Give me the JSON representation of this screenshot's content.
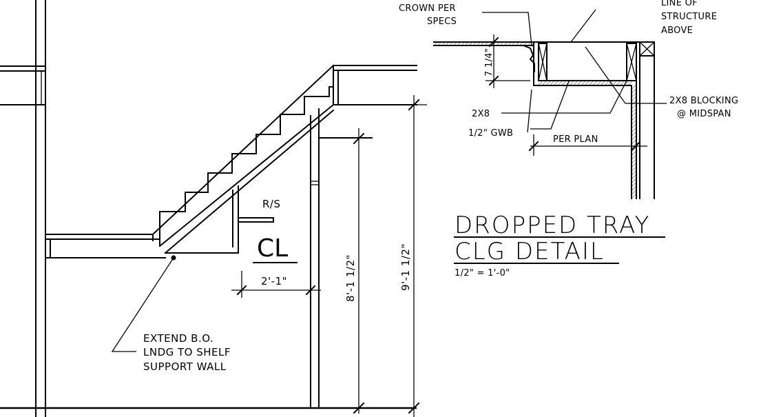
{
  "stair_section": {
    "cl_mark": "CL",
    "rs_label": "R/S",
    "dim_width": "2'-1\"",
    "dim_height_inner": "8'-1 1/2\"",
    "dim_height_outer": "9'-1 1/2\"",
    "callout_lines": [
      "EXTEND B.O.",
      "LNDG TO SHELF",
      "SUPPORT WALL"
    ]
  },
  "tray_detail": {
    "crown_note": [
      "CROWN PER",
      "SPECS"
    ],
    "structure_note": [
      "LINE OF",
      "STRUCTURE",
      "ABOVE"
    ],
    "blocking_note": [
      "2X8 BLOCKING",
      "@ MIDSPAN"
    ],
    "dim_drop": "7 1/4\"",
    "member_label": "2X8",
    "gwb_label": "1/2\" GWB",
    "per_plan_label": "PER PLAN",
    "title_line1": "DROPPED TRAY",
    "title_line2": "CLG DETAIL",
    "scale": "1/2\" = 1'-0\""
  }
}
